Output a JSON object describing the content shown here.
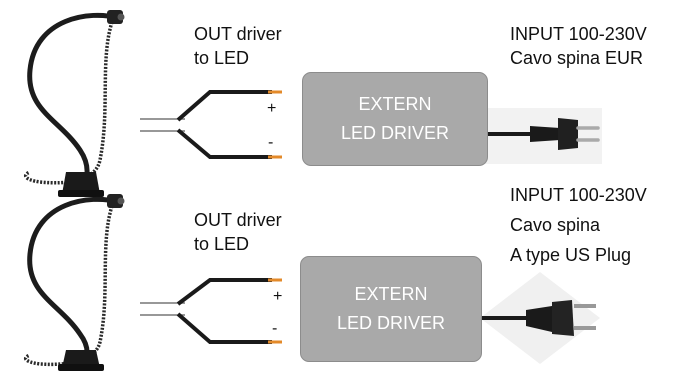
{
  "upper": {
    "out_label": [
      "OUT driver",
      "to LED"
    ],
    "driver_label": [
      "EXTERN",
      "LED DRIVER"
    ],
    "input_label": [
      "INPUT 100-230V",
      "Cavo spina EUR"
    ],
    "plus": "+",
    "minus": "-"
  },
  "lower": {
    "out_label": [
      "OUT driver",
      "to LED"
    ],
    "driver_label": [
      "EXTERN",
      "LED DRIVER"
    ],
    "input_label": [
      "INPUT 100-230V",
      "Cavo spina",
      "A type US Plug"
    ],
    "plus": "+",
    "minus": "-"
  },
  "colors": {
    "driver_fill": "#a9a9a9",
    "wire": "#1a1a1a",
    "wire_tip": "#e38a2a"
  }
}
